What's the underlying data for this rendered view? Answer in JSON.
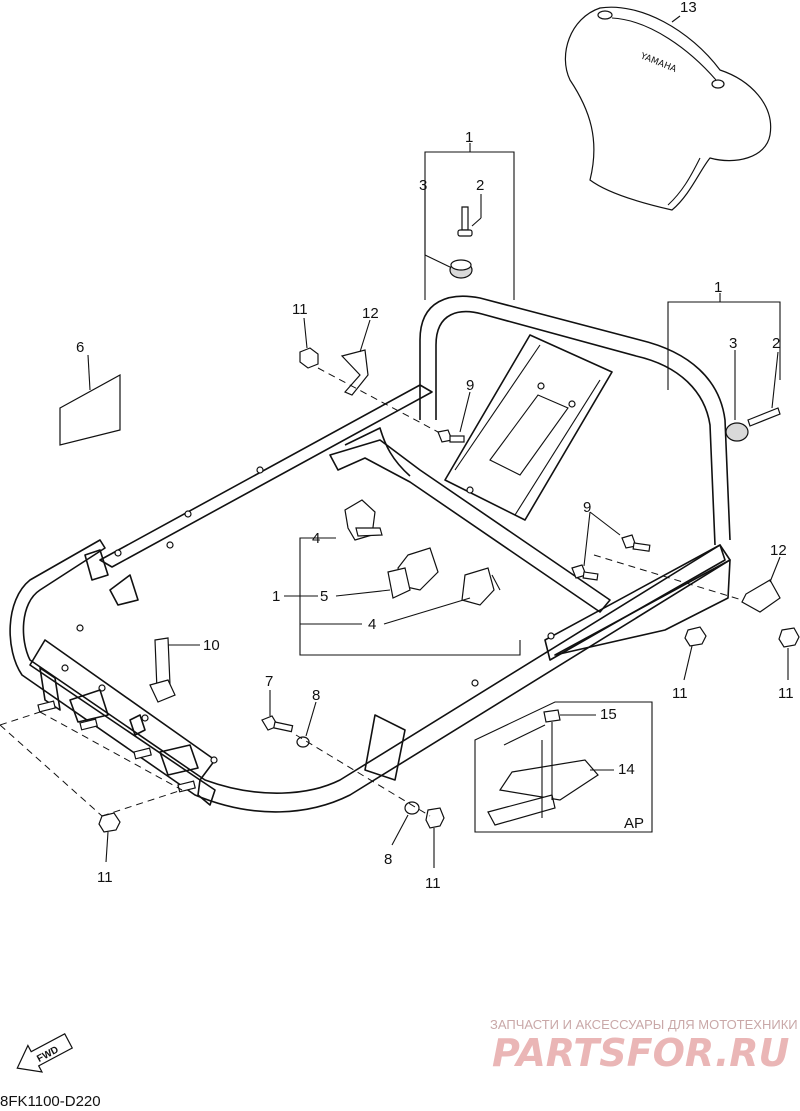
{
  "callouts": {
    "c13": "13",
    "c1_top": "1",
    "c3_top": "3",
    "c2_top": "2",
    "c11_upper": "11",
    "c12_upper": "12",
    "c6": "6",
    "c9_upper": "9",
    "c1_right": "1",
    "c3_right": "3",
    "c2_right": "2",
    "c4_upper": "4",
    "c1_mid": "1",
    "c5": "5",
    "c4_lower": "4",
    "c9_right": "9",
    "c12_right": "12",
    "c10": "10",
    "c7": "7",
    "c8_upper": "8",
    "c11_right1": "11",
    "c11_right2": "11",
    "c15": "15",
    "c14": "14",
    "c11_left": "11",
    "c8_lower": "8",
    "c11_lower": "11"
  },
  "inset_label": "AP",
  "fwd_label": "FWD",
  "diagram_code": "8FK1100-D220",
  "watermark": {
    "tagline": "ЗАПЧАСТИ И АКСЕССУАРЫ ДЛЯ МОТОТЕХНИКИ",
    "brand": "PARTSFOR.RU"
  },
  "colors": {
    "line": "#111111",
    "watermark": "#eab6b6"
  }
}
